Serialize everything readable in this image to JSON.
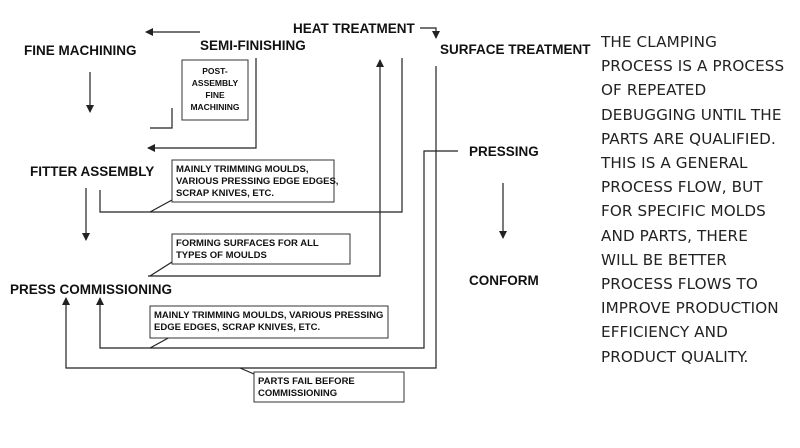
{
  "nodes": {
    "fine_machining": "FINE MACHINING",
    "semi_finishing": "SEMI-FINISHING",
    "heat_treatment": "HEAT TREATMENT",
    "surface_treatment": "SURFACE TREATMENT",
    "fitter_assembly": "FITTER ASSEMBLY",
    "pressing": "PRESSING",
    "press_commissioning": "PRESS COMMISSIONING",
    "conform": "CONFORM"
  },
  "notes": {
    "post_assembly": [
      "POST-",
      "ASSEMBLY",
      "FINE",
      "MACHINING"
    ],
    "trimming_1": [
      "MAINLY TRIMMING MOULDS,",
      "VARIOUS PRESSING EDGE EDGES,",
      "SCRAP KNIVES, ETC."
    ],
    "forming": [
      "FORMING SURFACES FOR ALL",
      "TYPES OF MOULDS"
    ],
    "trimming_2": [
      "MAINLY TRIMMING MOULDS, VARIOUS PRESSING",
      "EDGE EDGES, SCRAP KNIVES, ETC."
    ],
    "parts_fail": [
      "PARTS FAIL BEFORE",
      "COMMISSIONING"
    ]
  },
  "description_lines": [
    "THE CLAMPING",
    "PROCESS IS A PROCESS",
    "OF REPEATED",
    "DEBUGGING UNTIL THE",
    "PARTS ARE QUALIFIED.",
    "THIS IS A GENERAL",
    "PROCESS FLOW, BUT",
    "FOR SPECIFIC MOLDS",
    "AND PARTS, THERE",
    "WILL BE BETTER",
    "PROCESS FLOWS TO",
    "IMPROVE PRODUCTION",
    "EFFICIENCY AND",
    "PRODUCT QUALITY."
  ]
}
